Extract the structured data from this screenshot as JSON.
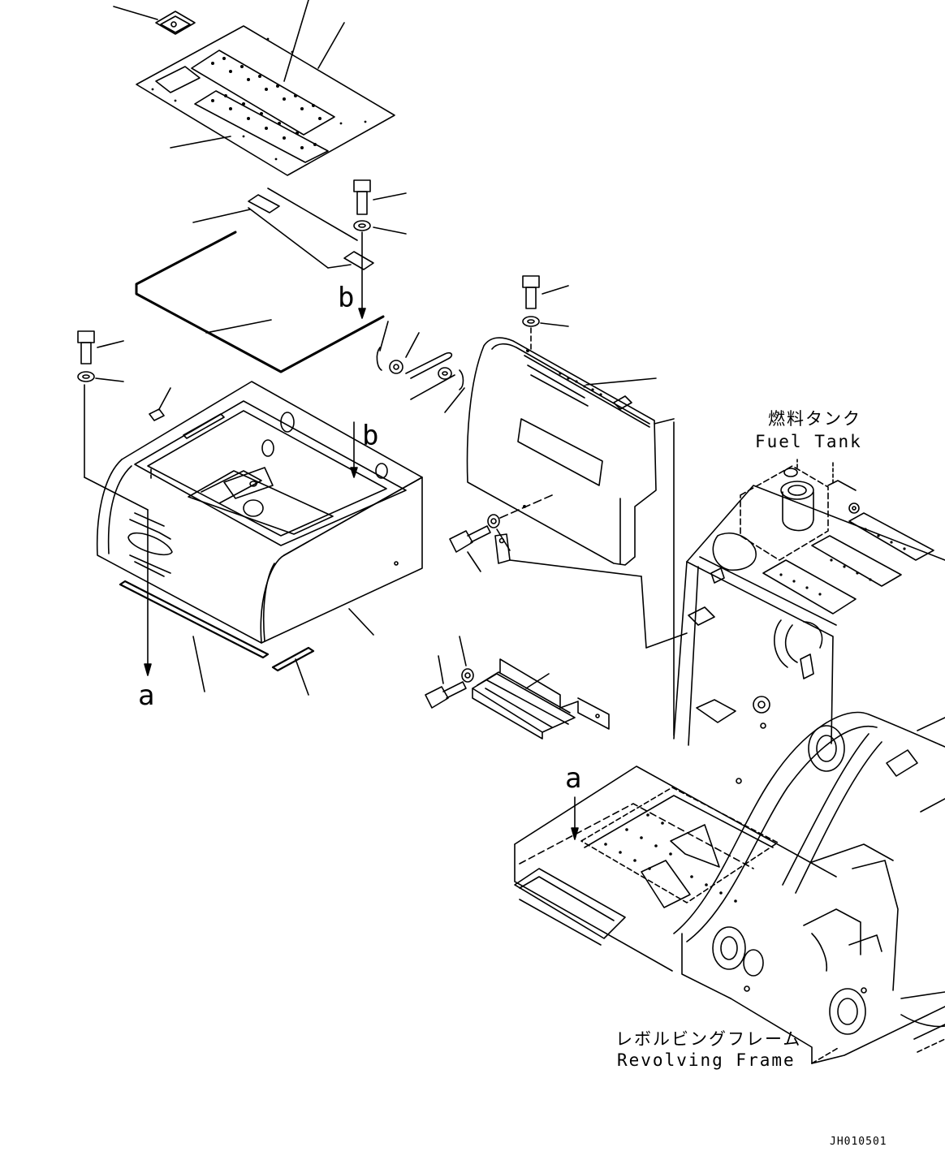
{
  "labels": {
    "fuel_tank_jp": "燃料タンク",
    "fuel_tank_en": "Fuel Tank",
    "revolving_frame_jp": "レボルビングフレーム",
    "revolving_frame_en": "Revolving Frame",
    "view_a_1": "a",
    "view_a_2": "a",
    "view_b_1": "b",
    "view_b_2": "b",
    "drawing_code": "JH010501"
  }
}
